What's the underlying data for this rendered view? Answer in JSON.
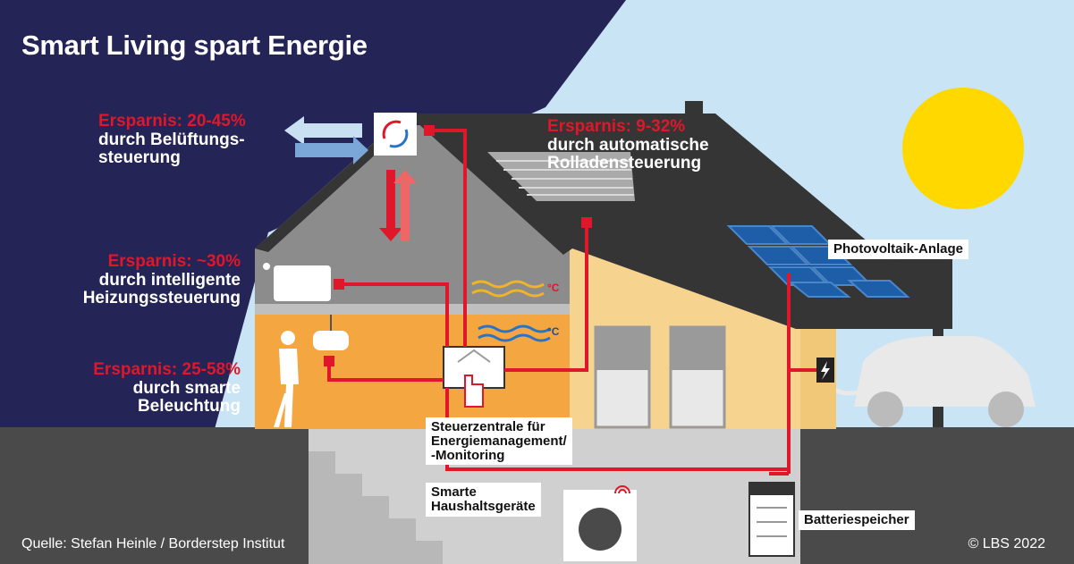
{
  "title": "Smart Living spart Energie",
  "savings": {
    "ventilation": {
      "amount": "Ersparnis: 20-45%",
      "line1": "durch Belüftungs-",
      "line2": "steuerung"
    },
    "shutters": {
      "amount": "Ersparnis: 9-32%",
      "line1": "durch automatische",
      "line2": "Rolladensteuerung"
    },
    "heating": {
      "amount": "Ersparnis: ~30%",
      "line1": "durch intelligente",
      "line2": "Heizungssteuerung"
    },
    "lighting": {
      "amount": "Ersparnis: 25-58%",
      "line1": "durch smarte",
      "line2": "Beleuchtung"
    }
  },
  "labels": {
    "pv": "Photovoltaik-Anlage",
    "control_line1": "Steuerzentrale für",
    "control_line2": "Energiemanagement/",
    "control_line3": "-Monitoring",
    "appliances_line1": "Smarte",
    "appliances_line2": "Haushaltsgeräte",
    "battery": "Batteriespeicher",
    "temp_unit_warm": "°C",
    "temp_unit_cold": "°C"
  },
  "footer": {
    "source": "Quelle: Stefan Heinle / Borderstep Institut",
    "copyright": "© LBS 2022"
  },
  "colors": {
    "night_sky": "#252456",
    "day_sky": "#c9e4f5",
    "accent_red": "#e0172a",
    "sun": "#ffd800",
    "roof": "#353535",
    "wall": "#f6d38e",
    "ground": "#4a4a4a"
  }
}
